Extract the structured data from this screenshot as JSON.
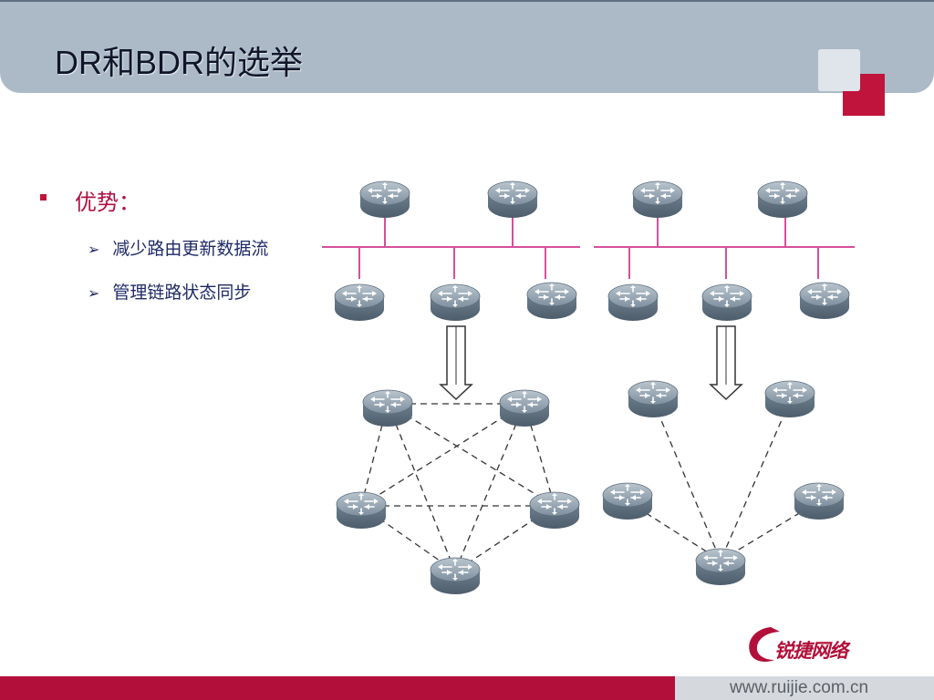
{
  "slide": {
    "title": "DR和BDR的选举",
    "bullet_title": "优势：",
    "sub_items": [
      "减少路由更新数据流",
      "管理链路状态同步"
    ]
  },
  "footer": {
    "url": "www.ruijie.com.cn",
    "logo_text": "锐捷网络"
  },
  "colors": {
    "accent": "#c0143c",
    "header": "#acbac8",
    "segment_line": "#d4509a",
    "router_body": "#6e7f8e"
  },
  "diagram": {
    "left_group": {
      "segment_routers": [
        "router-top-1",
        "router-top-2",
        "router-bottom-1",
        "router-bottom-2",
        "router-bottom-3"
      ],
      "mesh_routers": [
        "mesh-top-left",
        "mesh-top-right",
        "mesh-mid-left",
        "mesh-mid-right",
        "mesh-bottom"
      ],
      "topology": "full-mesh"
    },
    "right_group": {
      "segment_routers": [
        "router-top-1",
        "router-top-2",
        "router-bottom-1",
        "router-bottom-2",
        "router-bottom-3"
      ],
      "star_routers": [
        "star-top-left",
        "star-top-right",
        "star-mid-left",
        "star-mid-right",
        "star-hub"
      ],
      "topology": "star"
    }
  }
}
